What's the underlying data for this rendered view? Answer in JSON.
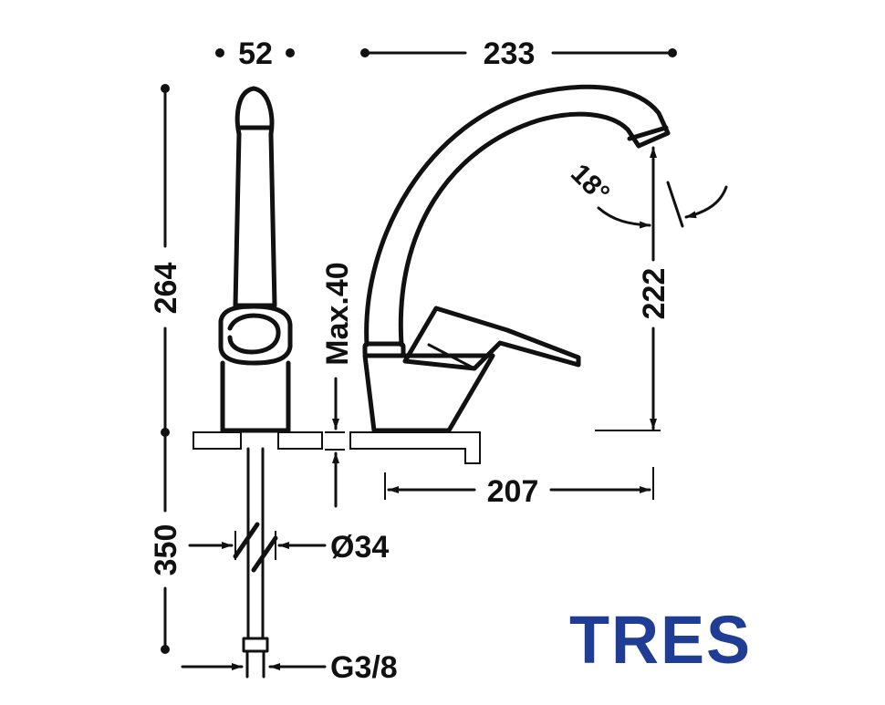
{
  "dimensions": {
    "body_width": "52",
    "spout_reach": "233",
    "total_height": "264",
    "handle_clearance": "Max.40",
    "outlet_height": "222",
    "spout_angle": "18°",
    "base_to_outlet": "207",
    "hose_length": "350",
    "hole_diameter": "Ø34",
    "hose_thread": "G3/8"
  },
  "brand": {
    "name": "TRES",
    "color": "#1f3d95"
  },
  "line_color": "#111111"
}
